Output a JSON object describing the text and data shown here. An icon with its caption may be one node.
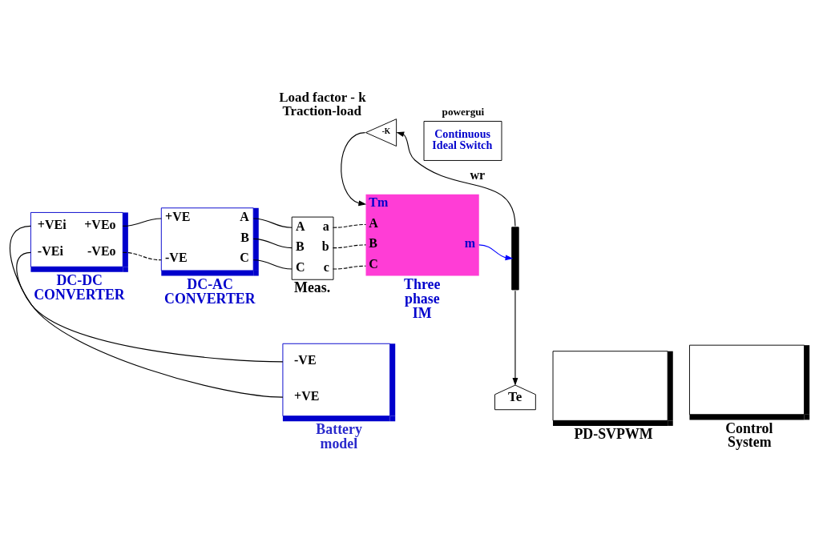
{
  "diagram": {
    "nodes": [
      {
        "text": [
          "Continuous Ideal Switch"
        ],
        "beside": [
          "powergui"
        ]
      },
      {
        "text": [
          "-K"
        ],
        "beside": [
          "Load factor - k Traction-load"
        ]
      },
      {
        "text": [
          "+VEi",
          "+VEo",
          "-VEi",
          "-VEo"
        ],
        "beside": [
          "DC-DC CONVERTER"
        ]
      },
      {
        "text": [
          "+VE",
          "-VE",
          "A",
          "B",
          "C"
        ],
        "beside": [
          "DC-AC CONVERTER"
        ]
      },
      {
        "text": [
          "A",
          "a",
          "B",
          "b",
          "C",
          "c"
        ],
        "beside": [
          "Meas."
        ]
      },
      {
        "text": [
          "Tm",
          "A",
          "B",
          "C",
          "m"
        ],
        "beside": [
          "Three phase IM"
        ]
      },
      {
        "text": [],
        "shape": "bar"
      },
      {
        "text": [
          "Te"
        ]
      },
      {
        "text": [
          "-VE",
          "+VE"
        ],
        "beside": [
          "Battery model"
        ]
      },
      {
        "text": [],
        "shape": "box",
        "beside": [
          "PD-SVPWM"
        ]
      },
      {
        "text": [],
        "shape": "box",
        "beside": [
          "Control System"
        ]
      }
    ],
    "edges": [
      {
        "from": 8,
        "to": 2,
        "arrow": "none"
      },
      {
        "from": 8,
        "to": 2,
        "arrow": "none"
      },
      {
        "from": 2,
        "to": 3,
        "arrow": "none"
      },
      {
        "from": 2,
        "to": 3,
        "arrow": "none",
        "style": "dashed"
      },
      {
        "from": 3,
        "to": 4,
        "arrow": "none"
      },
      {
        "from": 3,
        "to": 4,
        "arrow": "none"
      },
      {
        "from": 3,
        "to": 4,
        "arrow": "none"
      },
      {
        "from": 4,
        "to": 5,
        "arrow": "none",
        "style": "dashed"
      },
      {
        "from": 4,
        "to": 5,
        "arrow": "none",
        "style": "dashed"
      },
      {
        "from": 4,
        "to": 5,
        "arrow": "none",
        "style": "dashed"
      },
      {
        "from": 5,
        "to": 6,
        "arrow": "to",
        "color": "#0000ff"
      },
      {
        "from": 6,
        "to": 1,
        "arrow": "to",
        "label": "wr"
      },
      {
        "from": 1,
        "to": 5,
        "arrow": "to"
      },
      {
        "from": 6,
        "to": 7,
        "arrow": "to"
      }
    ]
  }
}
